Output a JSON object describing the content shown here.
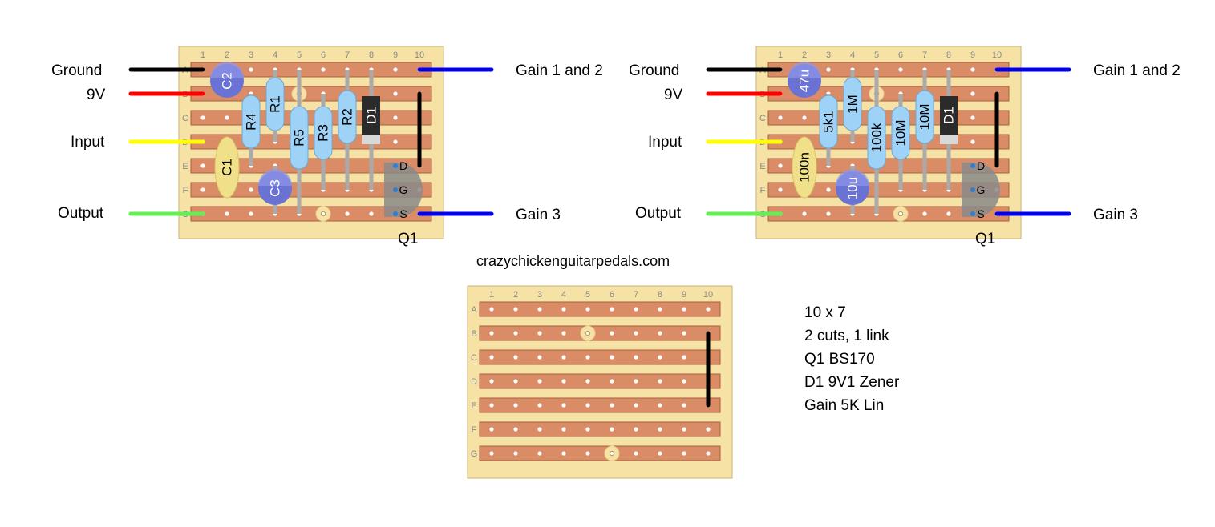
{
  "site": "crazychickenguitarpedals.com",
  "columns": [
    "1",
    "2",
    "3",
    "4",
    "5",
    "6",
    "7",
    "8",
    "9",
    "10"
  ],
  "rows": [
    "A",
    "B",
    "C",
    "D",
    "E",
    "F",
    "G"
  ],
  "colors": {
    "board": "#f6e2a4",
    "strip": "#d98c66",
    "resistor": "#9fd2f7",
    "electrolytic": "#6a72d3",
    "film_cap": "#f0e08a",
    "wire_ground": "#000000",
    "wire_9v": "#ff0000",
    "wire_input": "#ffff00",
    "wire_output": "#66ee55",
    "wire_gain": "#0000ee"
  },
  "wires": {
    "ground": "Ground",
    "v9": "9V",
    "input": "Input",
    "output": "Output",
    "gain12": "Gain 1 and 2",
    "gain3": "Gain 3"
  },
  "transistor": {
    "label": "Q1",
    "pins": [
      "D",
      "G",
      "S"
    ]
  },
  "layout_left": {
    "C2": "C2",
    "R1": "R1",
    "R4": "R4",
    "C1": "C1",
    "R5": "R5",
    "R3": "R3",
    "R2": "R2",
    "D1": "D1",
    "C3": "C3"
  },
  "layout_right": {
    "C2": "47u",
    "R1": "1M",
    "R4": "5k1",
    "C1": "100n",
    "R5": "100k",
    "R3": "10M",
    "R2": "10M",
    "D1": "D1",
    "C3": "10u"
  },
  "notes": [
    "10 x 7",
    "2 cuts, 1 link",
    "Q1 BS170",
    "D1 9V1 Zener",
    "Gain 5K Lin"
  ]
}
